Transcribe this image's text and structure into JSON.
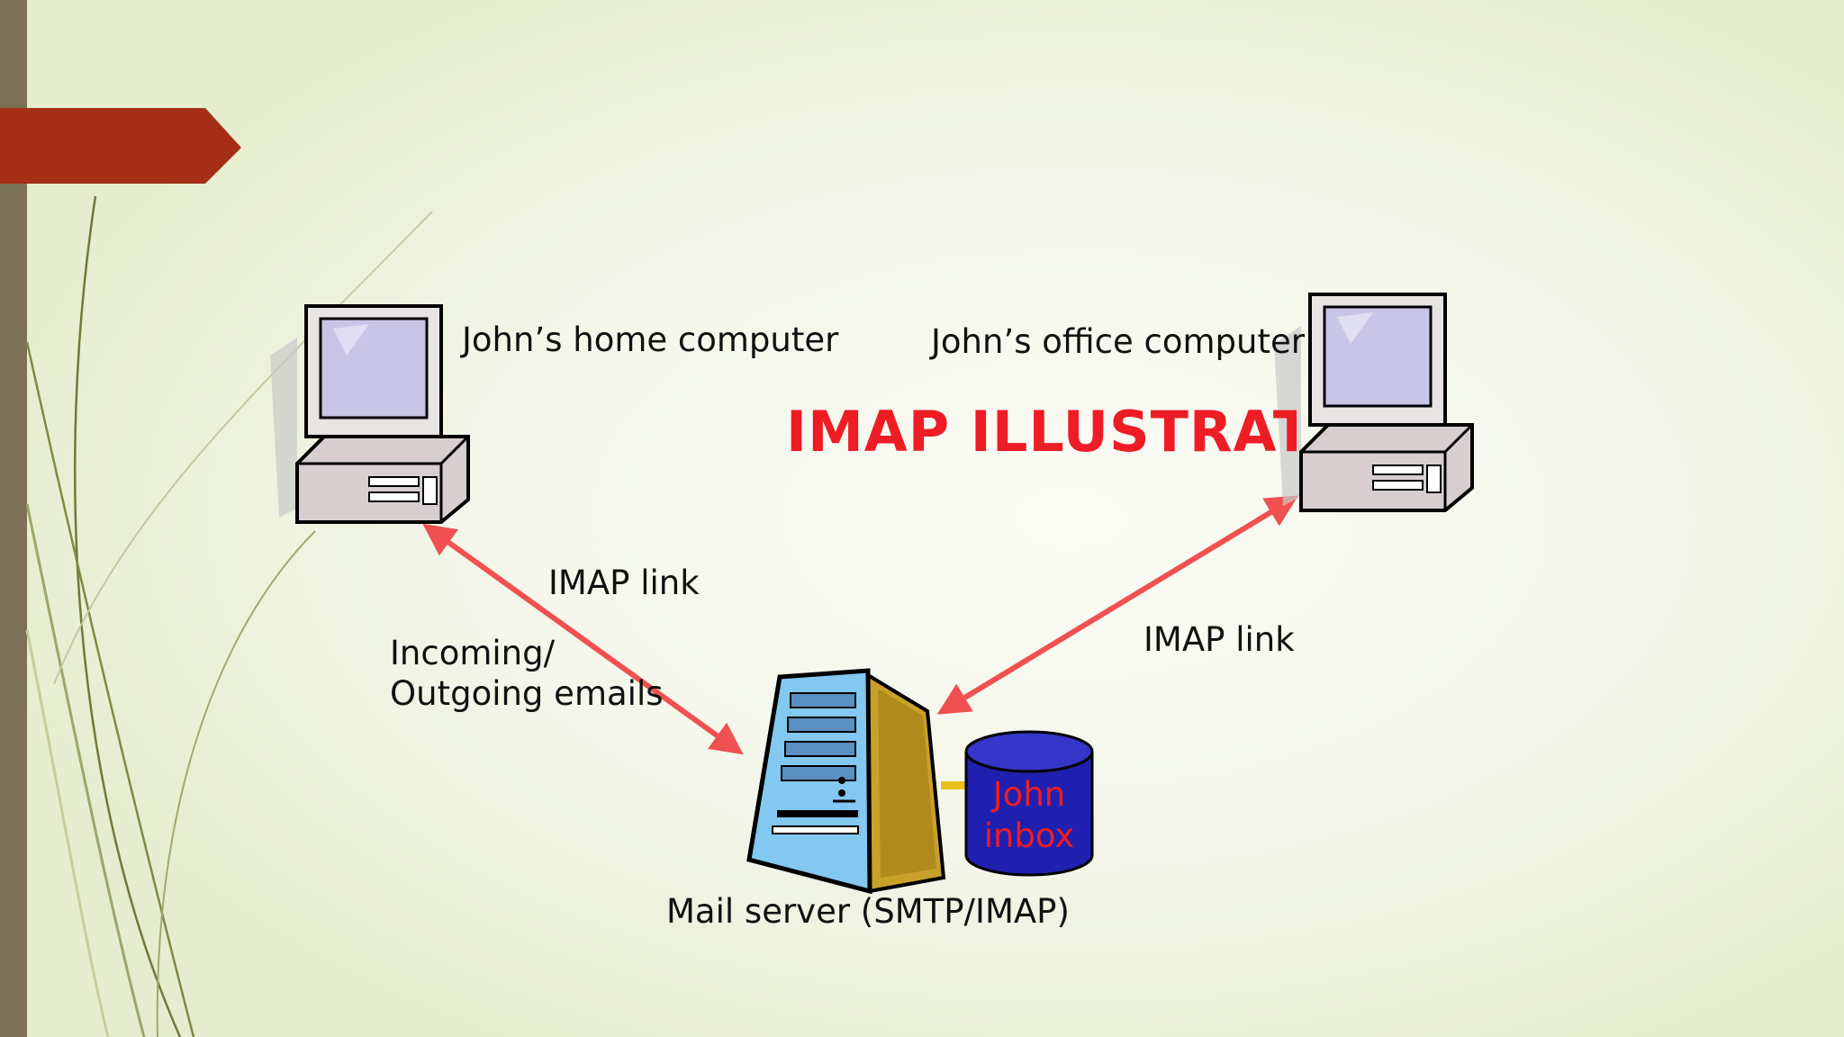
{
  "slide": {
    "title": "IMAP ILLUSTRATIO",
    "home_computer_label": "John’s home computer",
    "office_computer_label": "John’s office computer",
    "home_link_label": "IMAP link",
    "office_link_label": "IMAP link",
    "emails_label_line1": "Incoming/",
    "emails_label_line2": "Outgoing emails",
    "server_label": "Mail server (SMTP/IMAP)",
    "inbox_line1": "John",
    "inbox_line2": "inbox"
  },
  "icons": [
    "desktop-computer-icon",
    "server-tower-icon",
    "database-cylinder-icon"
  ],
  "colors": {
    "accent_tab": "#a52e17",
    "arrow": "#f05050",
    "title": "#ee1c25",
    "inbox": "#2020b0"
  }
}
